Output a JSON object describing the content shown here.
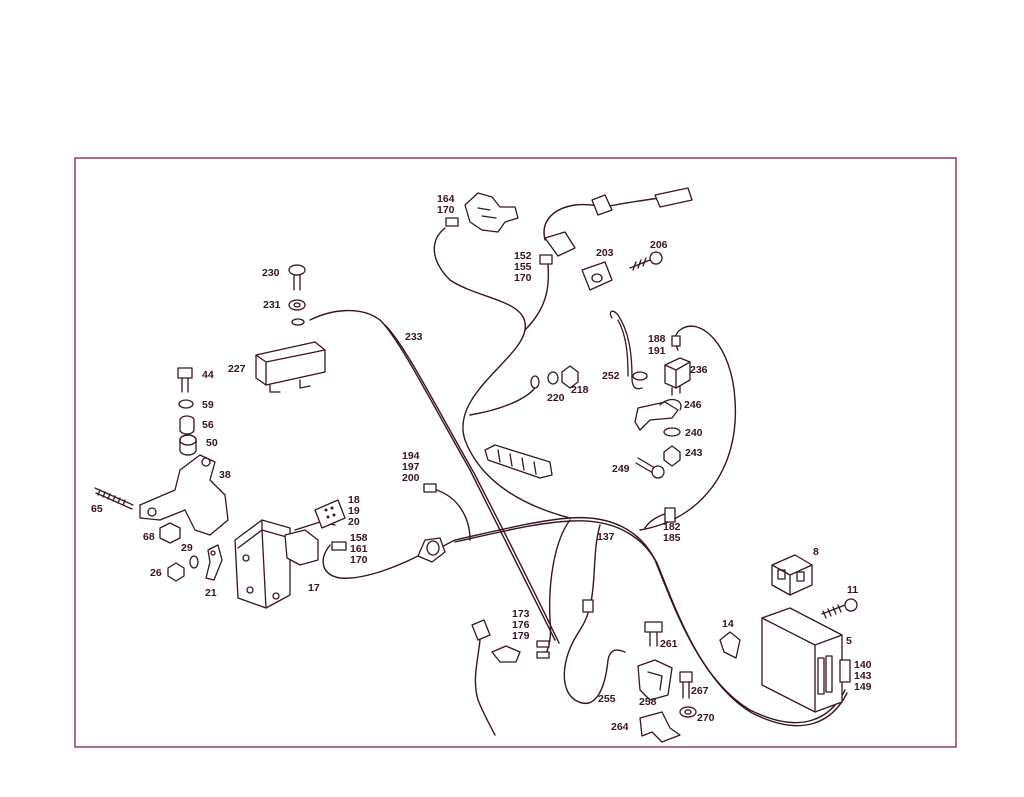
{
  "diagram": {
    "colors": {
      "line": "#3a1420",
      "frame": "#7a1030",
      "background": "#ffffff"
    },
    "labels": [
      {
        "id": "l164",
        "text": "164"
      },
      {
        "id": "l170a",
        "text": "170"
      },
      {
        "id": "l152",
        "text": "152"
      },
      {
        "id": "l155",
        "text": "155"
      },
      {
        "id": "l170b",
        "text": "170"
      },
      {
        "id": "l203",
        "text": "203"
      },
      {
        "id": "l206",
        "text": "206"
      },
      {
        "id": "l230",
        "text": "230"
      },
      {
        "id": "l231",
        "text": "231"
      },
      {
        "id": "l233",
        "text": "233"
      },
      {
        "id": "l227",
        "text": "227"
      },
      {
        "id": "l44",
        "text": "44"
      },
      {
        "id": "l59",
        "text": "59"
      },
      {
        "id": "l56",
        "text": "56"
      },
      {
        "id": "l50",
        "text": "50"
      },
      {
        "id": "l38",
        "text": "38"
      },
      {
        "id": "l65",
        "text": "65"
      },
      {
        "id": "l68",
        "text": "68"
      },
      {
        "id": "l29",
        "text": "29"
      },
      {
        "id": "l26",
        "text": "26"
      },
      {
        "id": "l21",
        "text": "21"
      },
      {
        "id": "l17",
        "text": "17"
      },
      {
        "id": "l18",
        "text": "18"
      },
      {
        "id": "l19",
        "text": "19"
      },
      {
        "id": "l20",
        "text": "20"
      },
      {
        "id": "l158",
        "text": "158"
      },
      {
        "id": "l161",
        "text": "161"
      },
      {
        "id": "l170c",
        "text": "170"
      },
      {
        "id": "l194",
        "text": "194"
      },
      {
        "id": "l197",
        "text": "197"
      },
      {
        "id": "l200",
        "text": "200"
      },
      {
        "id": "l220",
        "text": "220"
      },
      {
        "id": "l218",
        "text": "218"
      },
      {
        "id": "l252",
        "text": "252"
      },
      {
        "id": "l188",
        "text": "188"
      },
      {
        "id": "l191",
        "text": "191"
      },
      {
        "id": "l236",
        "text": "236"
      },
      {
        "id": "l246",
        "text": "246"
      },
      {
        "id": "l240",
        "text": "240"
      },
      {
        "id": "l243",
        "text": "243"
      },
      {
        "id": "l249",
        "text": "249"
      },
      {
        "id": "l137",
        "text": "137"
      },
      {
        "id": "l182",
        "text": "182"
      },
      {
        "id": "l185",
        "text": "185"
      },
      {
        "id": "l8",
        "text": "8"
      },
      {
        "id": "l11",
        "text": "11"
      },
      {
        "id": "l14",
        "text": "14"
      },
      {
        "id": "l5",
        "text": "5"
      },
      {
        "id": "l140",
        "text": "140"
      },
      {
        "id": "l143",
        "text": "143"
      },
      {
        "id": "l149",
        "text": "149"
      },
      {
        "id": "l173",
        "text": "173"
      },
      {
        "id": "l176",
        "text": "176"
      },
      {
        "id": "l179",
        "text": "179"
      },
      {
        "id": "l261",
        "text": "261"
      },
      {
        "id": "l255",
        "text": "255"
      },
      {
        "id": "l258",
        "text": "258"
      },
      {
        "id": "l267",
        "text": "267"
      },
      {
        "id": "l264",
        "text": "264"
      },
      {
        "id": "l270",
        "text": "270"
      }
    ]
  }
}
